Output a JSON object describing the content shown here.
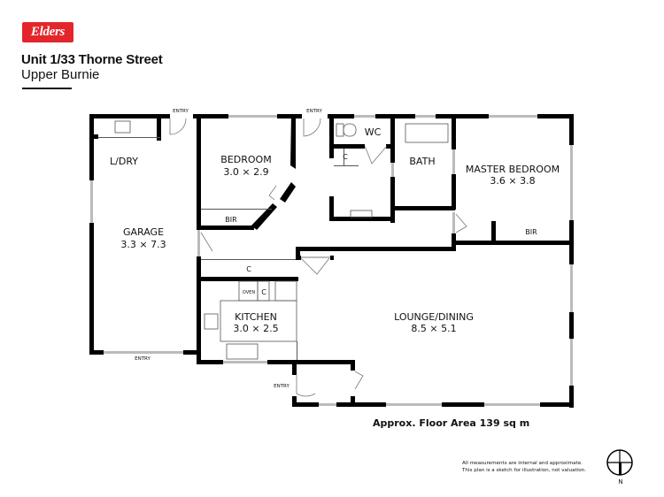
{
  "brand": {
    "logo_text": "Elders",
    "color": "#e3262b"
  },
  "header": {
    "address": "Unit 1/33 Thorne Street",
    "suburb": "Upper Burnie"
  },
  "rooms": [
    {
      "name": "L/DRY",
      "dims": ""
    },
    {
      "name": "GARAGE",
      "dims": "3.3 × 7.3"
    },
    {
      "name": "BEDROOM",
      "dims": "3.0 × 2.9"
    },
    {
      "name": "WC",
      "dims": ""
    },
    {
      "name": "BATH",
      "dims": ""
    },
    {
      "name": "MASTER BEDROOM",
      "dims": "3.6 × 3.8"
    },
    {
      "name": "KITCHEN",
      "dims": "3.0 × 2.5"
    },
    {
      "name": "LOUNGE/DINING",
      "dims": "8.5 × 5.1"
    }
  ],
  "fixtures": {
    "bir": "BIR",
    "cupboard": "C",
    "oven": "OVEN",
    "entry": "ENTRY"
  },
  "footer": {
    "floor_area": "Approx. Floor Area 139 sq m",
    "disclaimer_1": "All measurements are internal and approximate.",
    "disclaimer_2": "This plan is a sketch for illustration, not valuation.",
    "compass_label": "N"
  }
}
